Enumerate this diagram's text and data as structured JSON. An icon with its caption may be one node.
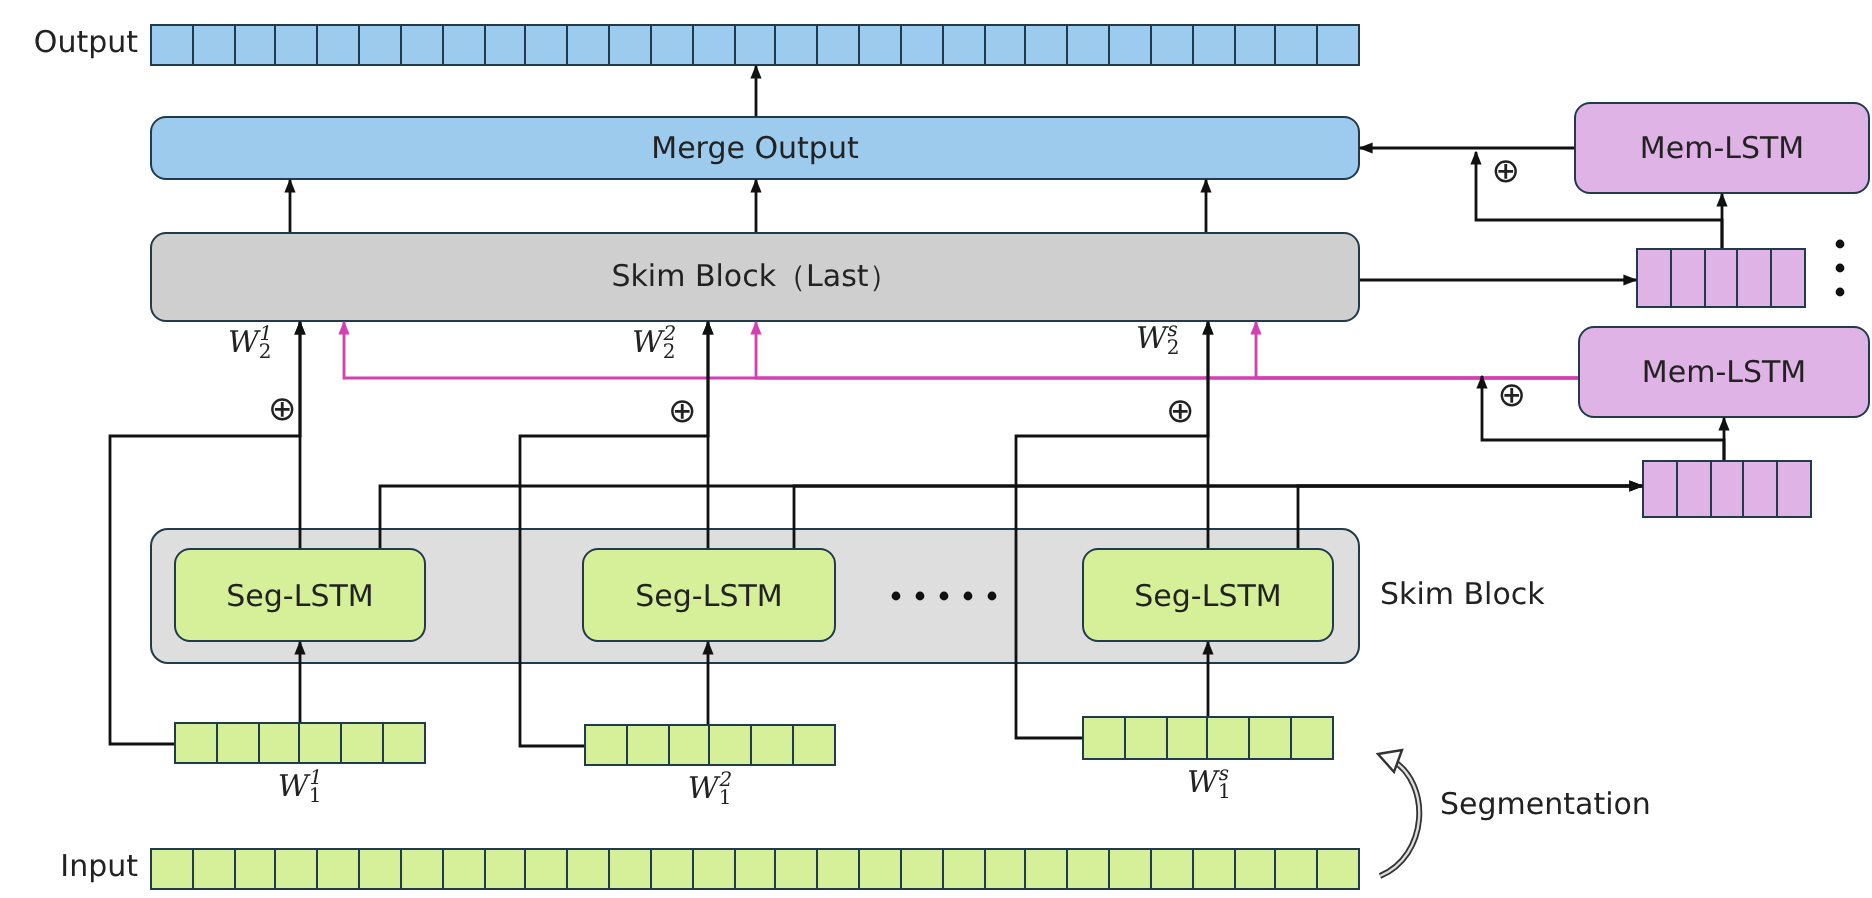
{
  "diagram": {
    "nodes": [
      {
        "text": [
          "Output"
        ]
      },
      {
        "text": [
          "Merge Output"
        ]
      },
      {
        "text": [
          "Skim Block（Last）"
        ]
      },
      {
        "text": [
          "Mem-LSTM"
        ]
      },
      {
        "text": [],
        "shape": "bar"
      },
      {
        "text": [
          "Mem-LSTM"
        ]
      },
      {
        "text": [],
        "shape": "bar"
      },
      {
        "text": [
          "Skim Block"
        ]
      },
      {
        "text": [
          "Seg-LSTM"
        ],
        "in": 7
      },
      {
        "text": [
          "Seg-LSTM"
        ],
        "in": 7
      },
      {
        "text": [
          "Seg-LSTM"
        ],
        "in": 7
      },
      {
        "text": [
          "*W*$_{1}$$^{1}$"
        ]
      },
      {
        "text": [
          "*W*$_{1}$$^{2}$"
        ]
      },
      {
        "text": [
          "*W*$_{1}$$^{s}$"
        ]
      },
      {
        "text": [
          "Input"
        ]
      },
      {
        "text": [
          "⊕"
        ]
      },
      {
        "text": [
          "⊕"
        ]
      }
    ],
    "edges": [
      {
        "from": 1,
        "to": 0,
        "arrow": "to"
      },
      {
        "from": 2,
        "to": 1,
        "arrow": "to"
      },
      {
        "from": 2,
        "to": 1,
        "arrow": "to"
      },
      {
        "from": 2,
        "to": 1,
        "arrow": "to"
      },
      {
        "from": 3,
        "to": 1,
        "arrow": "to"
      },
      {
        "from": 4,
        "to": 3,
        "arrow": "to"
      },
      {
        "from": 4,
        "to": 15,
        "arrow": "to"
      },
      {
        "from": 2,
        "to": 4,
        "arrow": "to"
      },
      {
        "from": 5,
        "to": 2,
        "arrow": "to",
        "color": "#d63fb0"
      },
      {
        "from": 5,
        "to": 2,
        "arrow": "to",
        "color": "#d63fb0"
      },
      {
        "from": 5,
        "to": 2,
        "arrow": "to",
        "color": "#d63fb0"
      },
      {
        "from": 6,
        "to": 5,
        "arrow": "to"
      },
      {
        "from": 6,
        "to": 16,
        "arrow": "to"
      },
      {
        "from": 8,
        "to": 6,
        "arrow": "to"
      },
      {
        "from": 9,
        "to": 6,
        "arrow": "to"
      },
      {
        "from": 10,
        "to": 6,
        "arrow": "to"
      },
      {
        "from": 8,
        "to": 2,
        "arrow": "to"
      },
      {
        "from": 9,
        "to": 2,
        "arrow": "to"
      },
      {
        "from": 10,
        "to": 2,
        "arrow": "to"
      },
      {
        "from": 11,
        "to": 2,
        "arrow": "to"
      },
      {
        "from": 12,
        "to": 2,
        "arrow": "to"
      },
      {
        "from": 13,
        "to": 2,
        "arrow": "to"
      },
      {
        "from": 11,
        "to": 8,
        "arrow": "to"
      },
      {
        "from": 12,
        "to": 9,
        "arrow": "to"
      },
      {
        "from": 13,
        "to": 10,
        "arrow": "to"
      }
    ],
    "labels": [
      "*W*$_{2}$$^{1}$",
      "*W*$_{2}$$^{2}$",
      "*W*$_{2}$$^{s}$",
      "⊕",
      "⊕",
      "⊕",
      "Segmentation"
    ]
  }
}
